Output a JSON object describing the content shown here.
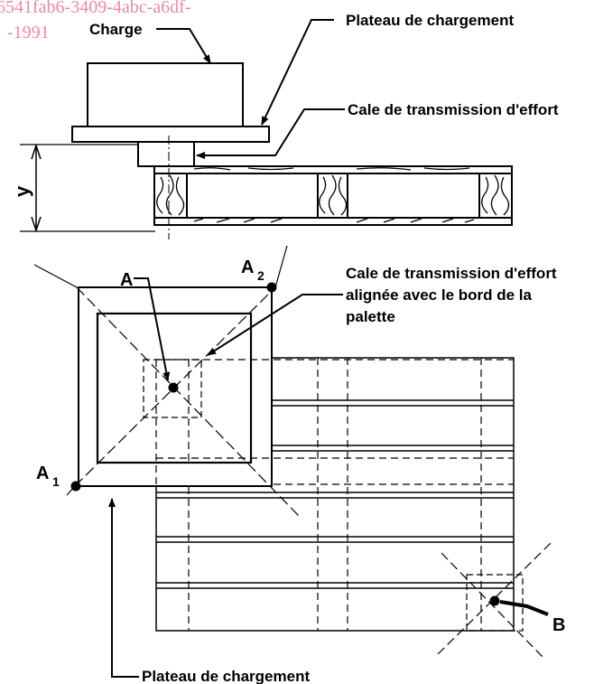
{
  "watermark": {
    "line1": "6541fab6-3409-4abc-a6df-",
    "line2": "-1991",
    "color": "#e88aa8"
  },
  "side_view": {
    "charge": "Charge",
    "loading_plate": "Plateau de chargement",
    "force_block": "Cale de transmission d'effort",
    "dimension": "y"
  },
  "plan_view": {
    "point_a": "A",
    "point_a1": "A",
    "point_a1_sub": "1",
    "point_a2": "A",
    "point_a2_sub": "2",
    "point_b": "B",
    "aligned_note": [
      "Cale de transmission d'effort",
      "alignée avec le bord de la",
      "palette"
    ],
    "loading_plate": "Plateau de chargement"
  },
  "colors": {
    "ink": "#000000",
    "paper": "#ffffff"
  }
}
